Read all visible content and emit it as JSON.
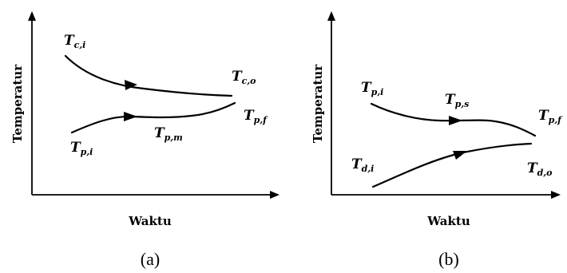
{
  "panel_a": {
    "ylabel": "Temperatur",
    "xlabel": "Waktu",
    "caption": "(a)",
    "labels": {
      "tci": {
        "main": "T",
        "sub": "c,i"
      },
      "tco": {
        "main": "T",
        "sub": "c,o"
      },
      "tpf": {
        "main": "T",
        "sub": "p,f"
      },
      "tpi": {
        "main": "T",
        "sub": "p,i"
      },
      "tpm": {
        "main": "T",
        "sub": "p,m"
      }
    }
  },
  "panel_b": {
    "ylabel": "Temperatur",
    "xlabel": "Waktu",
    "caption": "(b)",
    "labels": {
      "tpi": {
        "main": "T",
        "sub": "p,i"
      },
      "tps": {
        "main": "T",
        "sub": "p,s"
      },
      "tpf": {
        "main": "T",
        "sub": "p,f"
      },
      "tdi": {
        "main": "T",
        "sub": "d,i"
      },
      "tdo": {
        "main": "T",
        "sub": "d,o"
      }
    }
  }
}
